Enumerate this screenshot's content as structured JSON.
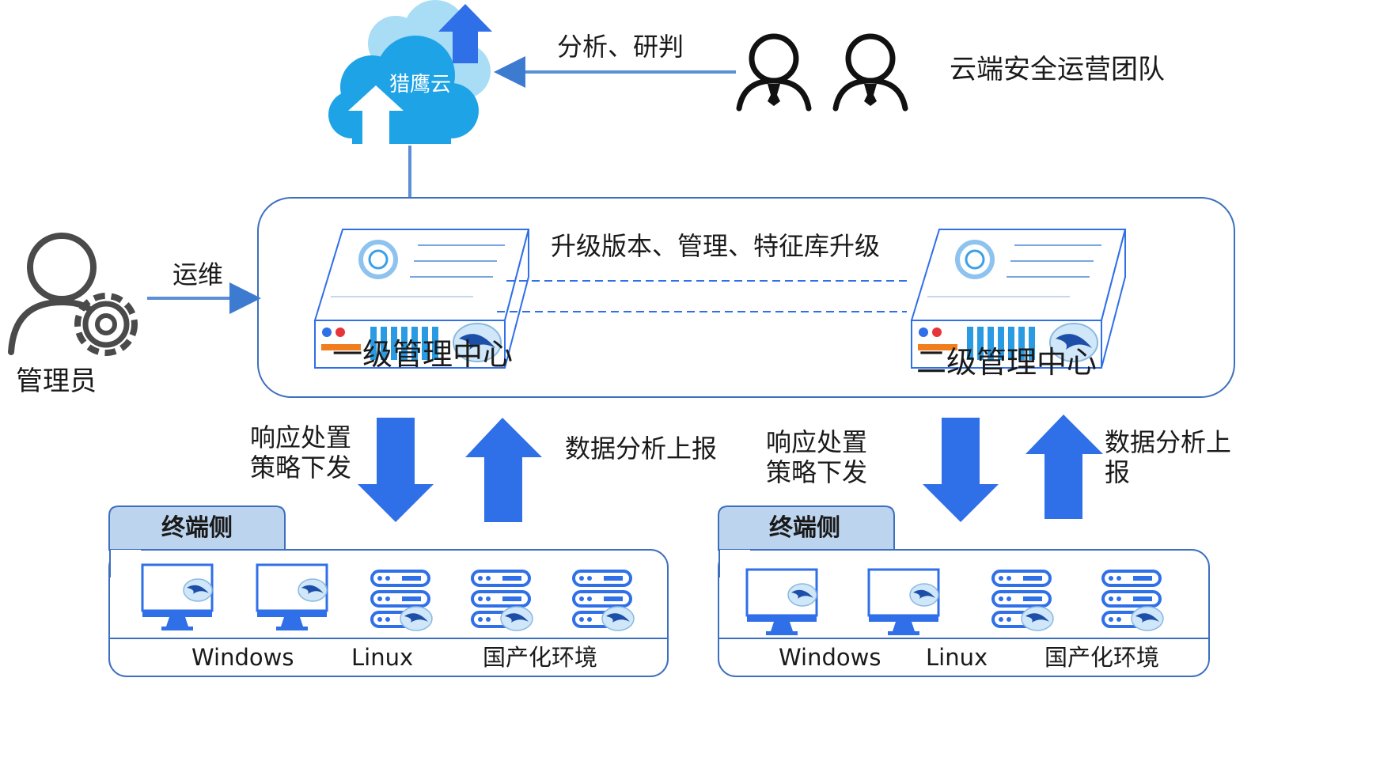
{
  "cloud": {
    "label": "猎鹰云"
  },
  "team": {
    "label": "云端安全运营团队",
    "arrow_label": "分析、研判"
  },
  "admin": {
    "label": "管理员",
    "arrow_label": "运维"
  },
  "center": {
    "primary_label": "一级管理中心",
    "secondary_label": "二级管理中心",
    "link_label": "升级版本、管理、特征库升级"
  },
  "left_flow": {
    "down_label": "响应处置\n策略下发",
    "up_label": "数据分析上报"
  },
  "right_flow": {
    "down_label": "响应处置\n策略下发",
    "up_label": "数据分析上\n报"
  },
  "left_terminal": {
    "tab_label": "终端侧",
    "labels": [
      "Windows",
      "Linux",
      "国产化环境"
    ]
  },
  "right_terminal": {
    "tab_label": "终端侧",
    "labels": [
      "Windows",
      "Linux",
      "国产化环境"
    ]
  },
  "colors": {
    "blue": "#2f6fe8",
    "line": "#3d6fbf",
    "tab": "#bcd4ee",
    "cloud": "#1ea3e6"
  }
}
